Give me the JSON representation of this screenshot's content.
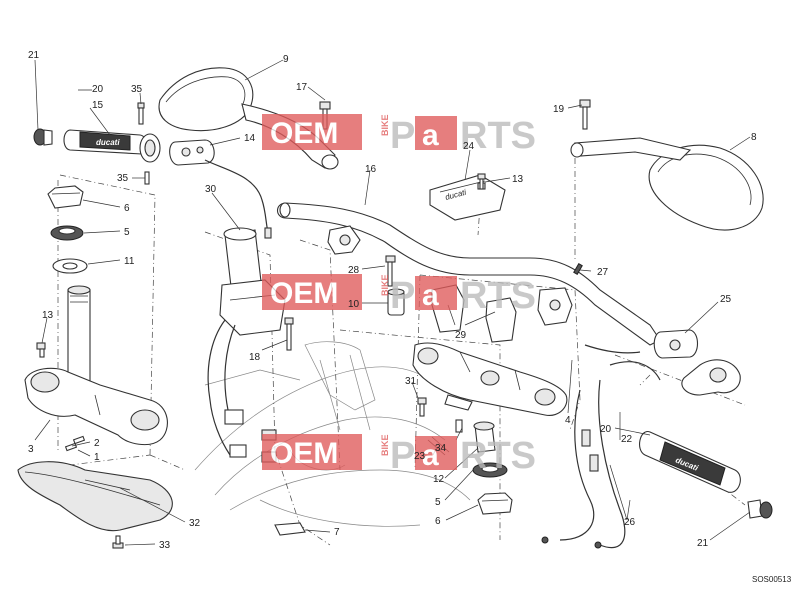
{
  "diagram": {
    "code": "SOS00513",
    "watermark": {
      "left": "OEM",
      "middle": "BIKE",
      "right_p": "P",
      "right_a": "a",
      "right_rest": "RTS",
      "color": "#e05a5a"
    },
    "grip_brand": "ducati",
    "bracket_brand": "ducati",
    "callouts": [
      {
        "id": "c-21a",
        "text": "21"
      },
      {
        "id": "c-20a",
        "text": "20"
      },
      {
        "id": "c-15",
        "text": "15"
      },
      {
        "id": "c-35a",
        "text": "35"
      },
      {
        "id": "c-35b",
        "text": "35"
      },
      {
        "id": "c-9",
        "text": "9"
      },
      {
        "id": "c-17",
        "text": "17"
      },
      {
        "id": "c-14",
        "text": "14"
      },
      {
        "id": "c-19",
        "text": "19"
      },
      {
        "id": "c-8",
        "text": "8"
      },
      {
        "id": "c-24",
        "text": "24"
      },
      {
        "id": "c-13a",
        "text": "13"
      },
      {
        "id": "c-16",
        "text": "16"
      },
      {
        "id": "c-6a",
        "text": "6"
      },
      {
        "id": "c-5a",
        "text": "5"
      },
      {
        "id": "c-11",
        "text": "11"
      },
      {
        "id": "c-30",
        "text": "30"
      },
      {
        "id": "c-28",
        "text": "28"
      },
      {
        "id": "c-27",
        "text": "27"
      },
      {
        "id": "c-10",
        "text": "10"
      },
      {
        "id": "c-25",
        "text": "25"
      },
      {
        "id": "c-29",
        "text": "29"
      },
      {
        "id": "c-13b",
        "text": "13"
      },
      {
        "id": "c-18",
        "text": "18"
      },
      {
        "id": "c-31",
        "text": "31"
      },
      {
        "id": "c-4",
        "text": "4"
      },
      {
        "id": "c-3",
        "text": "3"
      },
      {
        "id": "c-2",
        "text": "2"
      },
      {
        "id": "c-1",
        "text": "1"
      },
      {
        "id": "c-20b",
        "text": "20"
      },
      {
        "id": "c-22",
        "text": "22"
      },
      {
        "id": "c-34",
        "text": "34"
      },
      {
        "id": "c-23",
        "text": "23"
      },
      {
        "id": "c-12",
        "text": "12"
      },
      {
        "id": "c-5b",
        "text": "5"
      },
      {
        "id": "c-6b",
        "text": "6"
      },
      {
        "id": "c-26",
        "text": "26"
      },
      {
        "id": "c-32",
        "text": "32"
      },
      {
        "id": "c-7",
        "text": "7"
      },
      {
        "id": "c-33",
        "text": "33"
      },
      {
        "id": "c-21b",
        "text": "21"
      }
    ]
  }
}
